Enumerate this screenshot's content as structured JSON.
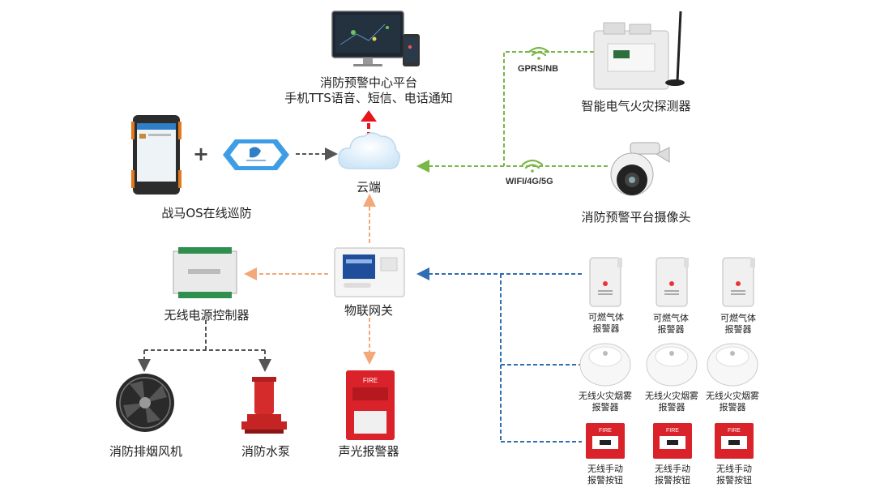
{
  "platform": {
    "title": "消防预警中心平台",
    "subtitle": "手机TTS语音、短信、电话通知"
  },
  "cloud": {
    "label": "云端"
  },
  "patrol": {
    "label": "战马OS在线巡防",
    "plus": "+"
  },
  "gateway": {
    "label": "物联网关"
  },
  "power_controller": {
    "label": "无线电源控制器"
  },
  "fan": {
    "label": "消防排烟风机"
  },
  "pump": {
    "label": "消防水泵"
  },
  "sound_light": {
    "label": "声光报警器",
    "device_text": "FIRE"
  },
  "electric_detector": {
    "label": "智能电气火灾探测器"
  },
  "camera": {
    "label": "消防预警平台摄像头"
  },
  "links": {
    "gprs": "GPRS/NB",
    "wifi": "WIFI/4G/5G"
  },
  "gas_detectors": [
    {
      "line1": "可燃气体",
      "line2": "报警器"
    },
    {
      "line1": "可燃气体",
      "line2": "报警器"
    },
    {
      "line1": "可燃气体",
      "line2": "报警器"
    }
  ],
  "smoke_detectors": [
    {
      "line1": "无线火灾烟雾",
      "line2": "报警器"
    },
    {
      "line1": "无线火灾烟雾",
      "line2": "报警器"
    },
    {
      "line1": "无线火灾烟雾",
      "line2": "报警器"
    }
  ],
  "manual_buttons": [
    {
      "line1": "无线手动",
      "line2": "报警按钮",
      "device_text": "FIRE"
    },
    {
      "line1": "无线手动",
      "line2": "报警按钮",
      "device_text": "FIRE"
    },
    {
      "line1": "无线手动",
      "line2": "报警按钮",
      "device_text": "FIRE"
    }
  ],
  "colors": {
    "green": "#7ab648",
    "blue": "#2f6db5",
    "orange": "#f2a878",
    "red": "#e8141b",
    "dark": "#555555",
    "device_red": "#d92229"
  }
}
